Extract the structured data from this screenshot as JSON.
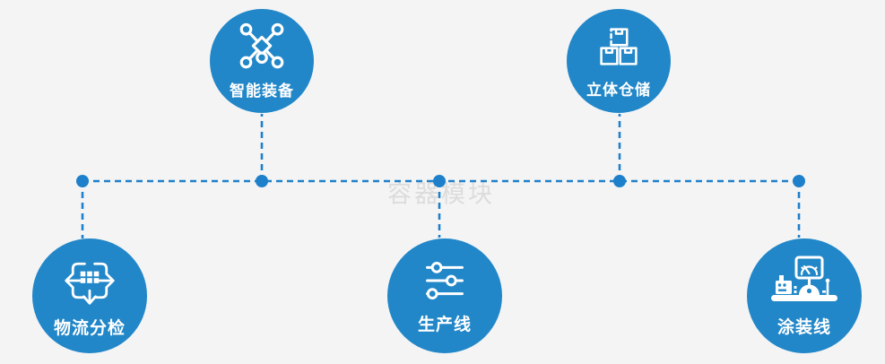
{
  "watermark": "容器模块",
  "colors": {
    "background": "#f4f4f5",
    "node_fill": "#2287c8",
    "connector": "#1e80cb",
    "label_text": "#ffffff",
    "watermark_text": "#dcdcdc"
  },
  "nodes": [
    {
      "id": "smart-equipment",
      "label": "智能装备",
      "icon": "network-nodes-icon",
      "position": "top-left"
    },
    {
      "id": "stereo-warehouse",
      "label": "立体仓储",
      "icon": "stacked-boxes-icon",
      "position": "top-right"
    },
    {
      "id": "logistics-sorting",
      "label": "物流分检",
      "icon": "sorting-arrows-icon",
      "position": "bottom-left"
    },
    {
      "id": "production-line",
      "label": "生产线",
      "icon": "sliders-icon",
      "position": "bottom-center"
    },
    {
      "id": "painting-line",
      "label": "涂装线",
      "icon": "control-station-icon",
      "position": "bottom-right"
    }
  ]
}
